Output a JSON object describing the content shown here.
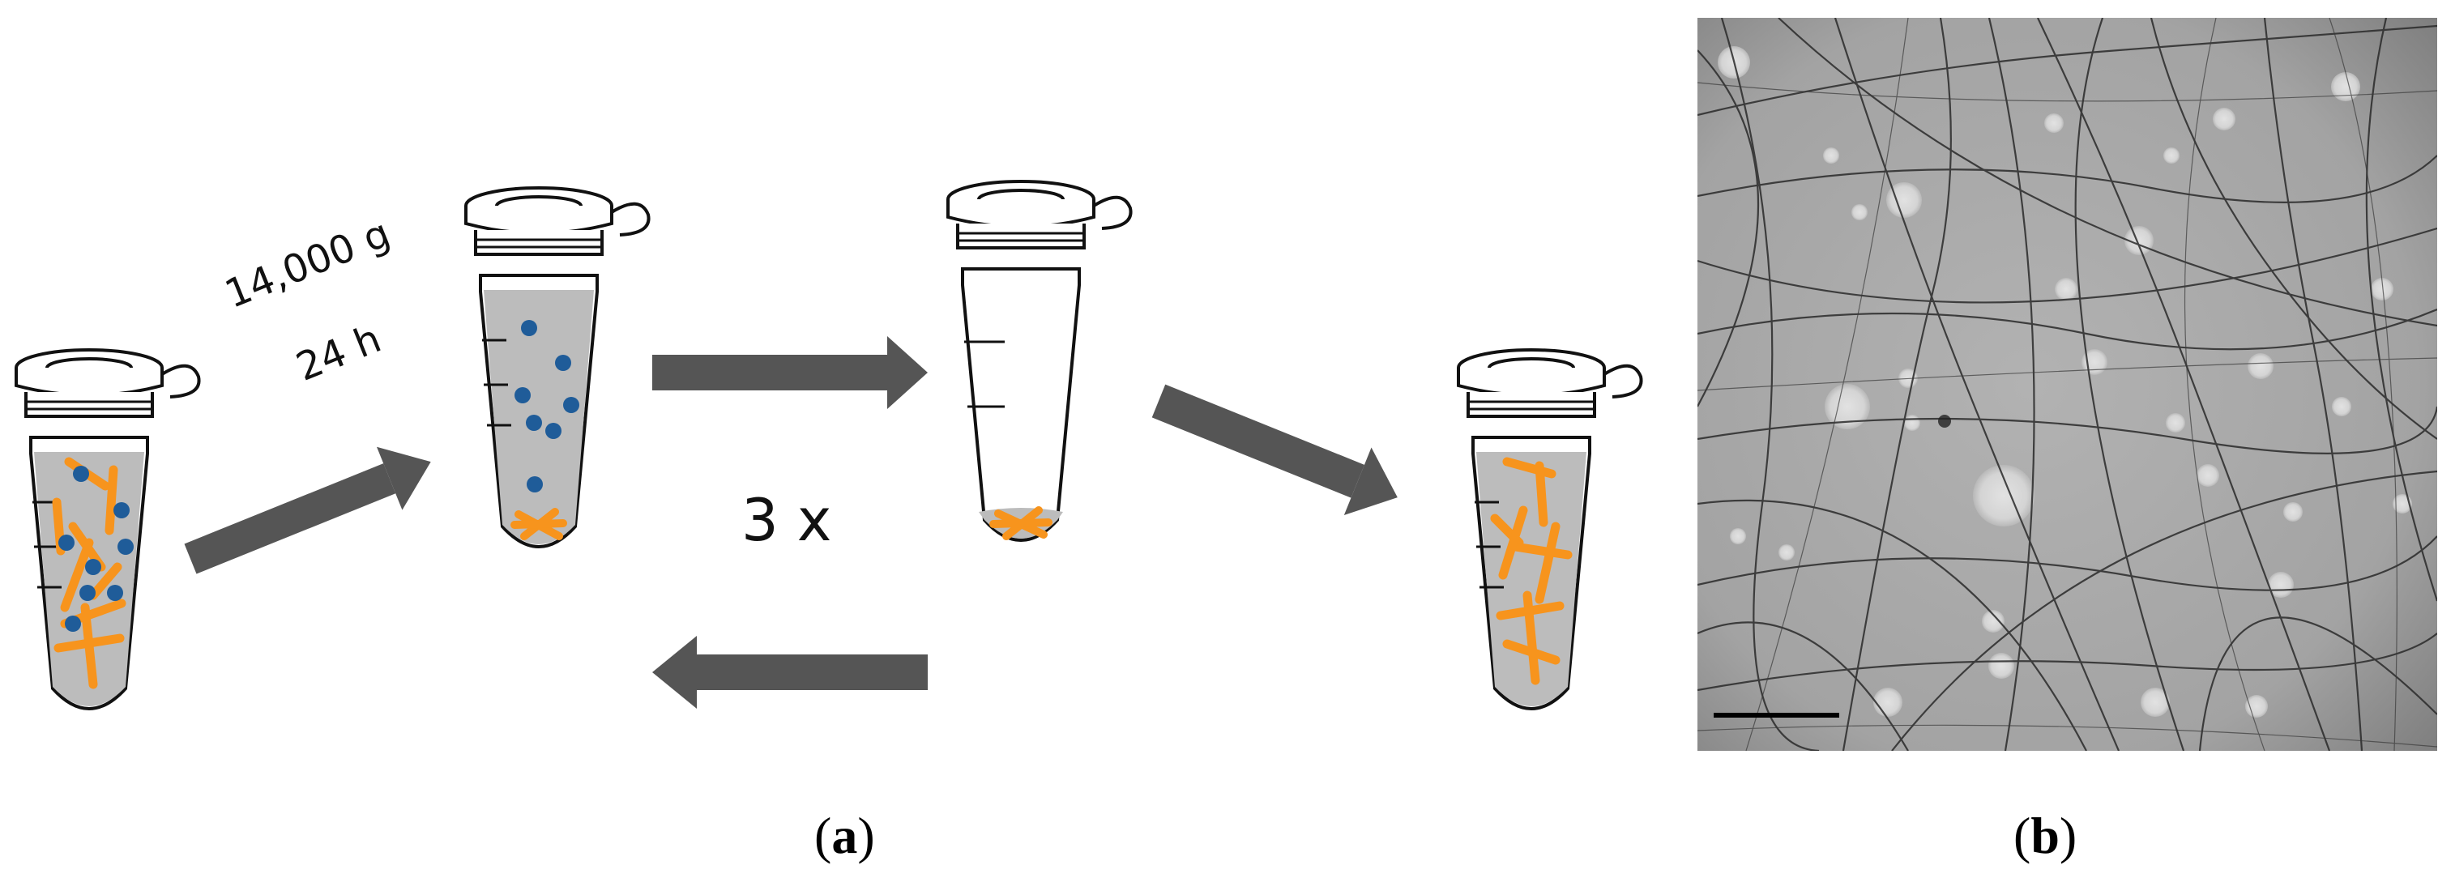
{
  "panel_a": {
    "centrifuge_speed": "14,000 g",
    "centrifuge_time": "24 h",
    "repeat_label": "3 x",
    "caption_letter": "a"
  },
  "panel_b": {
    "caption_letter": "b"
  },
  "colors": {
    "arrow": "#555555",
    "liquid": "#bcbcbc",
    "fibril": "#f7941d",
    "particle": "#1f5c99",
    "tube_outline": "#111111"
  },
  "icons": [
    "eppendorf-tube-icon",
    "arrow-icon"
  ]
}
